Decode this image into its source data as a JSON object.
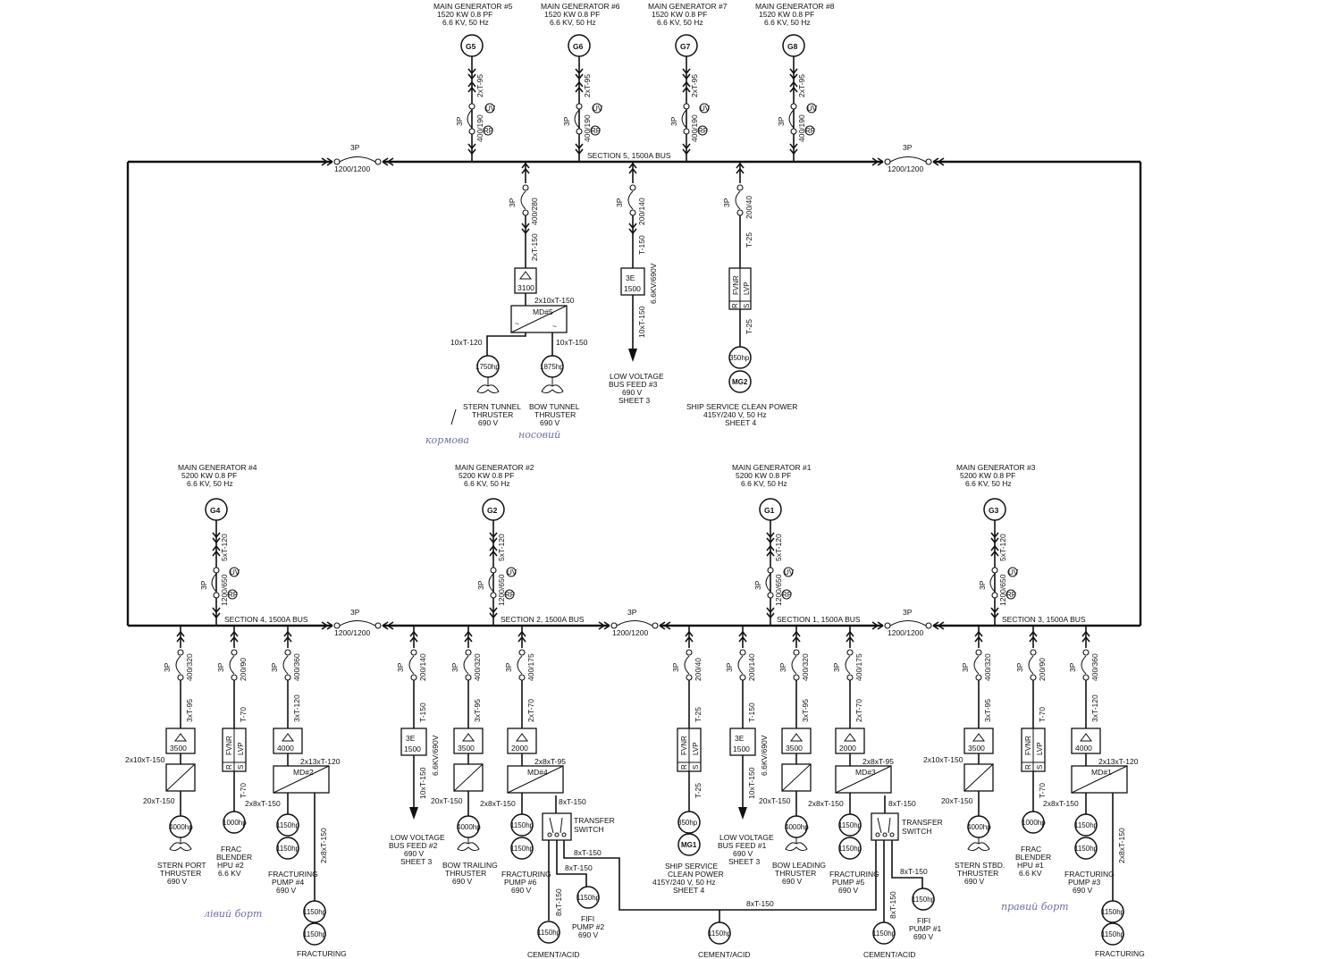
{
  "buses": {
    "section5": "SECTION 5, 1500A BUS",
    "section4": "SECTION 4, 1500A BUS",
    "section2": "SECTION 2, 1500A BUS",
    "section1": "SECTION 1, 1500A BUS",
    "section3": "SECTION 3, 1500A BUS"
  },
  "ties": {
    "pole": "3P",
    "rating": "1200/1200"
  },
  "top_generators": [
    {
      "id": "G5",
      "title": "MAIN GENERATOR #5",
      "spec1": "1520 KW 0.8 PF",
      "spec2": "6.6 KV, 50 Hz",
      "cable": "2xT-95",
      "breaker": "400/190"
    },
    {
      "id": "G6",
      "title": "MAIN GENERATOR #6",
      "spec1": "1520 KW 0.8 PF",
      "spec2": "6.6 KV, 50 Hz",
      "cable": "2xT-95",
      "breaker": "400/190"
    },
    {
      "id": "G7",
      "title": "MAIN GENERATOR #7",
      "spec1": "1520 KW 0.8 PF",
      "spec2": "6.6 KV, 50 Hz",
      "cable": "2xT-95",
      "breaker": "400/190"
    },
    {
      "id": "G8",
      "title": "MAIN GENERATOR #8",
      "spec1": "1520 KW 0.8 PF",
      "spec2": "6.6 KV, 50 Hz",
      "cable": "2xT-95",
      "breaker": "400/190"
    }
  ],
  "bottom_generators": [
    {
      "id": "G4",
      "title": "MAIN GENERATOR #4",
      "spec1": "5200 KW 0.8 PF",
      "spec2": "6.6 KV, 50 Hz",
      "cable": "5xT-120",
      "breaker": "1200/650"
    },
    {
      "id": "G2",
      "title": "MAIN GENERATOR #2",
      "spec1": "5200 KW 0.8 PF",
      "spec2": "6.6 KV, 50 Hz",
      "cable": "5xT-120",
      "breaker": "1200/650"
    },
    {
      "id": "G1",
      "title": "MAIN GENERATOR #1",
      "spec1": "5200 KW 0.8 PF",
      "spec2": "6.6 KV, 50 Hz",
      "cable": "5xT-120",
      "breaker": "1200/650"
    },
    {
      "id": "G3",
      "title": "MAIN GENERATOR #3",
      "spec1": "5200 KW 0.8 PF",
      "spec2": "6.6 KV, 50 Hz",
      "cable": "5xT-120",
      "breaker": "1200/650"
    }
  ],
  "relays": {
    "uv": "UV",
    "rp": "RP",
    "r": "R",
    "s": "S"
  },
  "thruster_feeder": {
    "breaker": "400/280",
    "cable": "2xT-150",
    "transformer": "3100",
    "drive": "MD#5",
    "drive_cable": "2x10xT-150",
    "left_cable": "10xT-120",
    "right_cable": "10xT-150",
    "stern_motor": "1750hp",
    "bow_motor": "1875hp",
    "stern_label": [
      "STERN TUNNEL",
      "THRUSTER",
      "690 V"
    ],
    "bow_label": [
      "BOW TUNNEL",
      "THRUSTER",
      "690 V"
    ]
  },
  "lv_feed_3": {
    "breaker": "200/140",
    "cable": "T-150",
    "transformer": "1500",
    "ratio": "6.6KV/690V",
    "out_cable": "10xT-150",
    "label": [
      "LOW VOLTAGE",
      "BUS FEED #3",
      "690 V",
      "SHEET 3"
    ]
  },
  "ship_service_top": {
    "breaker": "200/40",
    "cable": "T-25",
    "starter1": "FVNR",
    "starter2": "LVP",
    "out_cable": "T-25",
    "motor": "350hp",
    "mg": "MG2",
    "label": [
      "SHIP SERVICE CLEAN POWER",
      "415Y/240 V, 50 Hz",
      "SHEET 4"
    ]
  },
  "sec4_feeders": {
    "stern_port": {
      "breaker": "400/320",
      "cable": "3xT-95",
      "transformer": "3500",
      "in_cable": "2x10xT-150",
      "out_cable": "20xT-150",
      "motor": "4000hp",
      "label": [
        "STERN PORT",
        "THRUSTER",
        "690 V"
      ]
    },
    "blender": {
      "breaker": "200/90",
      "cable": "T-70",
      "starter1": "FVNR",
      "starter2": "LVP",
      "out_cable": "T-70",
      "motor": "1000hp",
      "label": [
        "FRAC",
        "BLENDER",
        "HPU #2",
        "6.6 KV"
      ]
    },
    "frac4": {
      "breaker": "400/360",
      "cable": "3xT-120",
      "transformer": "4000",
      "drive": "MD#2",
      "drive_cable": "2x13xT-120",
      "out_cable": "2x8xT-150",
      "motor": "1150hp",
      "cable2": "2x8xT-150",
      "label": [
        "FRACTURING",
        "PUMP #4",
        "690 V"
      ],
      "label2": "FRACTURING"
    }
  },
  "sec2_feeders": {
    "lv_feed_2": {
      "breaker": "200/140",
      "cable": "T-150",
      "transformer": "1500",
      "ratio": "6.6KV/690V",
      "out_cable": "10xT-150",
      "label": [
        "LOW VOLTAGE",
        "BUS FEED #2",
        "690 V",
        "SHEET 3"
      ]
    },
    "bow_trailing": {
      "breaker": "400/320",
      "cable": "3xT-95",
      "transformer": "3500",
      "out_cable": "20xT-150",
      "motor": "4000hp",
      "label": [
        "BOW TRAILING",
        "THRUSTER",
        "690 V"
      ]
    },
    "frac6": {
      "breaker": "400/175",
      "cable": "2xT-70",
      "transformer": "2000",
      "drive": "MD#4",
      "drive_cable": "2x8xT-95",
      "out_cable": "2x8xT-150",
      "sw_cable": "8xT-150",
      "motor": "1150hp",
      "switch": [
        "TRANSFER",
        "SWITCH"
      ],
      "label": [
        "FRACTURING",
        "PUMP #6",
        "690 V"
      ]
    },
    "fifi2": {
      "cable": "8xT-150",
      "motor": "1150hp",
      "label": [
        "FIFI",
        "PUMP #2",
        "690 V"
      ]
    },
    "cement_left": {
      "cable": "8xT-150",
      "motor": "1150hp",
      "label": "CEMENT/ACID"
    }
  },
  "sec1_feeders": {
    "ship_service_bottom": {
      "breaker": "200/40",
      "cable": "T-25",
      "starter1": "FVNR",
      "starter2": "LVP",
      "out_cable": "T-25",
      "motor": "350hp",
      "mg": "MG1",
      "label": [
        "SHIP SERVICE",
        "CLEAN POWER",
        "415Y/240 V, 50 Hz",
        "SHEET 4"
      ]
    },
    "lv_feed_1": {
      "breaker": "200/140",
      "cable": "T-150",
      "transformer": "1500",
      "ratio": "6.6KV/690V",
      "out_cable": "10xT-150",
      "label": [
        "LOW VOLTAGE",
        "BUS FEED #1",
        "690 V",
        "SHEET 3"
      ]
    },
    "bow_leading": {
      "breaker": "400/320",
      "cable": "3xT-95",
      "transformer": "3500",
      "out_cable": "20xT-150",
      "motor": "4000hp",
      "label": [
        "BOW LEADING",
        "THRUSTER",
        "690 V"
      ]
    },
    "frac5": {
      "breaker": "400/175",
      "cable": "2xT-70",
      "transformer": "2000",
      "drive": "MD#3",
      "drive_cable": "2x8xT-95",
      "out_cable": "2x8xT-150",
      "sw_cable": "8xT-150",
      "motor": "1150hp",
      "switch": [
        "TRANSFER",
        "SWITCH"
      ],
      "label": [
        "FRACTURING",
        "PUMP #5",
        "690 V"
      ]
    },
    "fifi1": {
      "cable": "8xT-150",
      "motor": "1150hp",
      "label": [
        "FIFI",
        "PUMP #1",
        "690 V"
      ]
    },
    "cement_mid": {
      "cable": "8xT-150",
      "motor": "1150hp",
      "label": "CEMENT/ACID"
    },
    "cement_right": {
      "cable": "8xT-150",
      "motor": "1150hp",
      "label": "CEMENT/ACID"
    }
  },
  "sec3_feeders": {
    "stern_stbd": {
      "breaker": "400/320",
      "cable": "3xT-95",
      "transformer": "3500",
      "in_cable": "2x10xT-150",
      "out_cable": "20xT-150",
      "motor": "4000hp",
      "label": [
        "STERN STBD.",
        "THRUSTER",
        "690 V"
      ]
    },
    "blender": {
      "breaker": "200/90",
      "cable": "T-70",
      "starter1": "FVNR",
      "starter2": "LVP",
      "out_cable": "T-70",
      "motor": "1000hp",
      "label": [
        "FRAC",
        "BLENDER",
        "HPU #1",
        "6.6 KV"
      ]
    },
    "frac3": {
      "breaker": "400/360",
      "cable": "3xT-120",
      "transformer": "4000",
      "drive": "MD#1",
      "drive_cable": "2x13xT-120",
      "out_cable": "2x8xT-150",
      "motor": "1150hp",
      "cable2": "2x8xT-150",
      "label": [
        "FRACTURING",
        "PUMP #3",
        "690 V"
      ],
      "label2": "FRACTURING"
    }
  },
  "handwriting": {
    "h1": "кормова",
    "h2": "носовий",
    "h3": "лівий борт",
    "h4": "правий борт"
  }
}
